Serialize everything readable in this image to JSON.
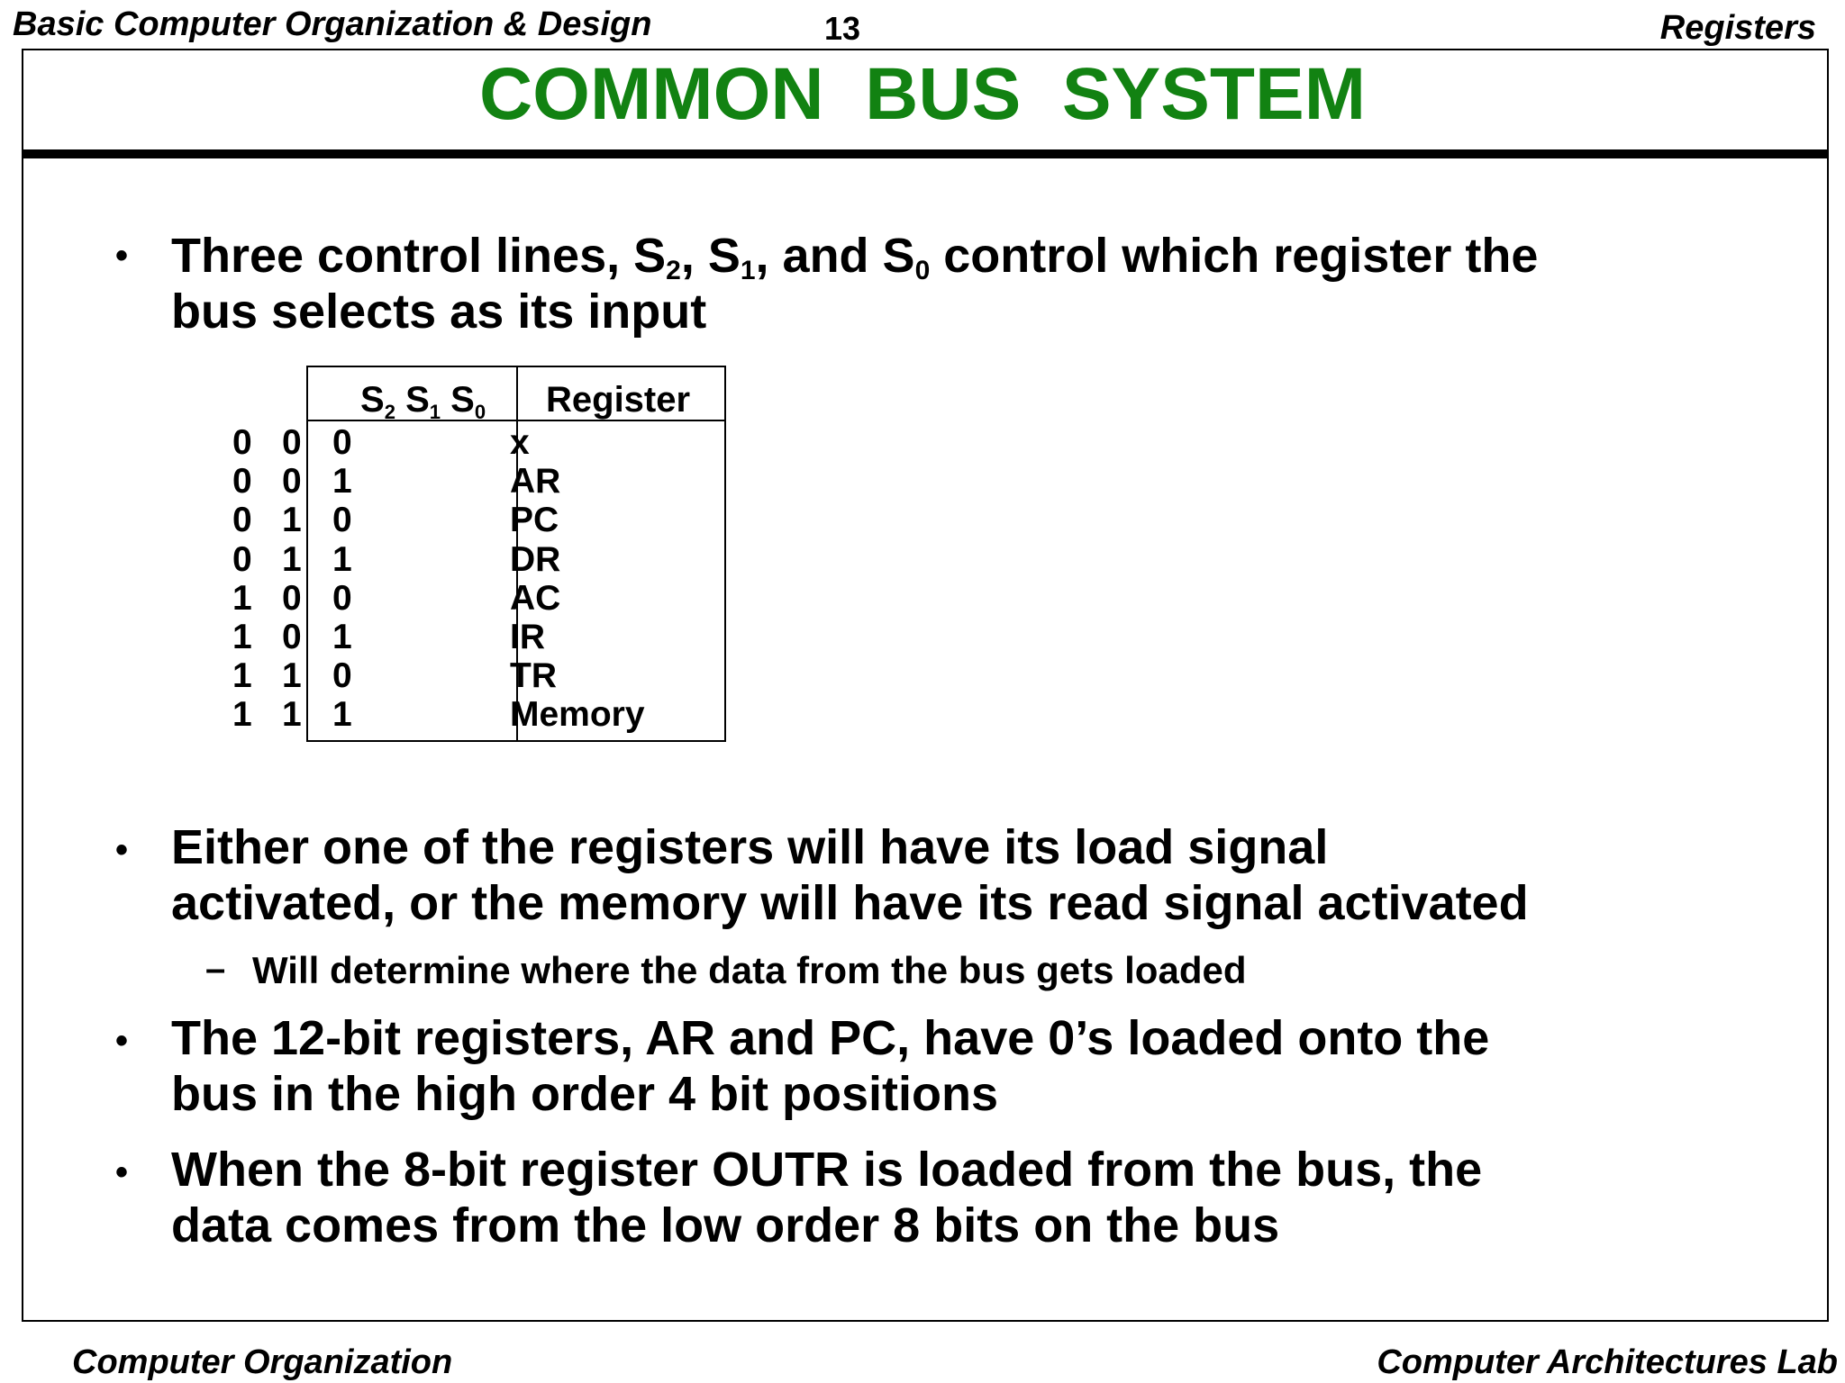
{
  "header": {
    "left": "Basic Computer Organization & Design",
    "page_number": "13",
    "right": "Registers"
  },
  "title": "COMMON  BUS  SYSTEM",
  "bullet1": {
    "part1": "Three control lines, S",
    "sub1": "2",
    "part2": ", S",
    "sub2": "1",
    "part3": ", and S",
    "sub3": "0",
    "part4": " control which register the",
    "line2": "bus selects as its input"
  },
  "table": {
    "header_s2": "S",
    "header_s2_sub": "2",
    "header_s1": "S",
    "header_s1_sub": "1",
    "header_s0": "S",
    "header_s0_sub": "0",
    "header_register": "Register",
    "rows": [
      {
        "s2": "0",
        "s1": "0",
        "s0": "0",
        "register": "x"
      },
      {
        "s2": "0",
        "s1": "0",
        "s0": "1",
        "register": "AR"
      },
      {
        "s2": "0",
        "s1": "1",
        "s0": "0",
        "register": "PC"
      },
      {
        "s2": "0",
        "s1": "1",
        "s0": "1",
        "register": "DR"
      },
      {
        "s2": "1",
        "s1": "0",
        "s0": "0",
        "register": "AC"
      },
      {
        "s2": "1",
        "s1": "0",
        "s0": "1",
        "register": "IR"
      },
      {
        "s2": "1",
        "s1": "1",
        "s0": "0",
        "register": "TR"
      },
      {
        "s2": "1",
        "s1": "1",
        "s0": "1",
        "register": "Memory"
      }
    ]
  },
  "bullet2": {
    "line1": "Either one of the registers will have its load signal",
    "line2": "activated, or the memory will have its read signal activated",
    "sub_dash": "–",
    "sub_item": "Will determine where the data from the bus gets loaded"
  },
  "bullet3": {
    "line1": "The 12-bit registers, AR and PC, have 0’s loaded onto the",
    "line2": "bus in the high order 4 bit positions"
  },
  "bullet4": {
    "line1": "When the 8-bit register OUTR is loaded from the bus, the",
    "line2": "data comes from the low order 8 bits on the bus"
  },
  "bullet_symbol": "•",
  "footer": {
    "left": "Computer Organization",
    "right": "Computer Architectures Lab"
  },
  "colors": {
    "title": "#128212",
    "text": "#000000",
    "background": "#ffffff"
  }
}
